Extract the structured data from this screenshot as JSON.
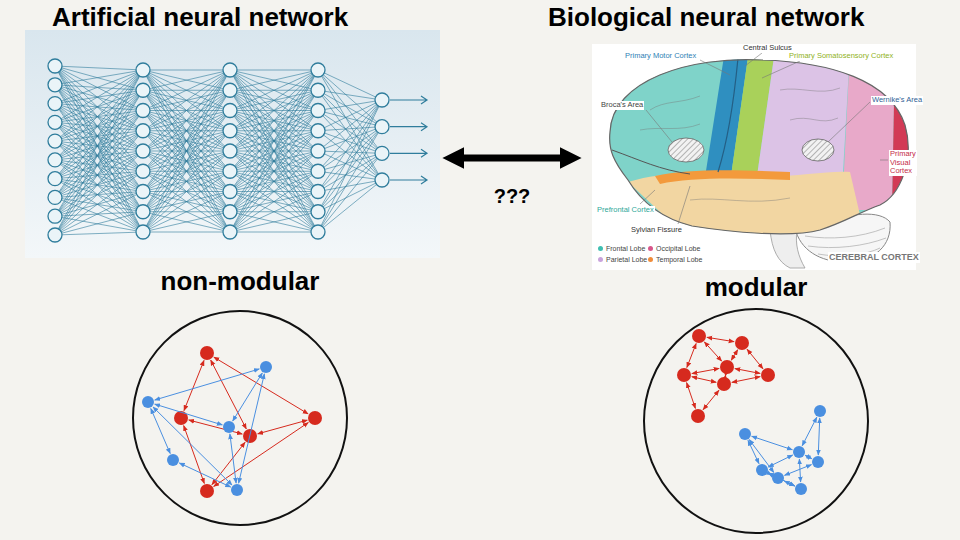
{
  "diagram": {
    "nodes": [
      {
        "text": [
          "Artificial neural network"
        ]
      },
      {
        "text": [
          "Biological neural network"
        ]
      },
      {
        "text": [
          "non-modular"
        ]
      },
      {
        "text": [
          "modular"
        ]
      }
    ],
    "edges": [
      {
        "from": 0,
        "to": 1,
        "arrow": "both",
        "label": "???"
      }
    ],
    "labels": [
      "Primary Motor Cortex",
      "Central Sulcus",
      "Primary Somatosensory Cortex",
      "Wernike's Area",
      "Broca's Area",
      "Primary Visual Cortex",
      "Prefrontal Cortex",
      "Sylvian Fissure",
      "CEREBRAL CORTEX"
    ],
    "legend": [
      {
        "text": "Frontal Lobe",
        "color": "#3fbfb1"
      },
      {
        "text": "Occipital Lobe",
        "color": "#d8568a"
      },
      {
        "text": "Parietal Lobe",
        "color": "#c9a3dc"
      },
      {
        "text": "Temporal Lobe",
        "color": "#f08c3a"
      }
    ]
  }
}
